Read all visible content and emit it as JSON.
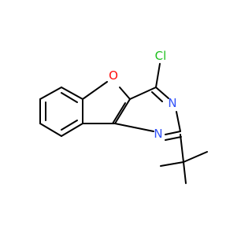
{
  "molecule": {
    "atoms": {
      "chlorine": "Cl",
      "oxygen": "O",
      "nitrogen_top": "N",
      "nitrogen_bottom": "N"
    },
    "colors": {
      "bond": "#000000",
      "chlorine": "#1fc01f",
      "oxygen": "#ff0d0d",
      "nitrogen": "#3050f8"
    }
  }
}
